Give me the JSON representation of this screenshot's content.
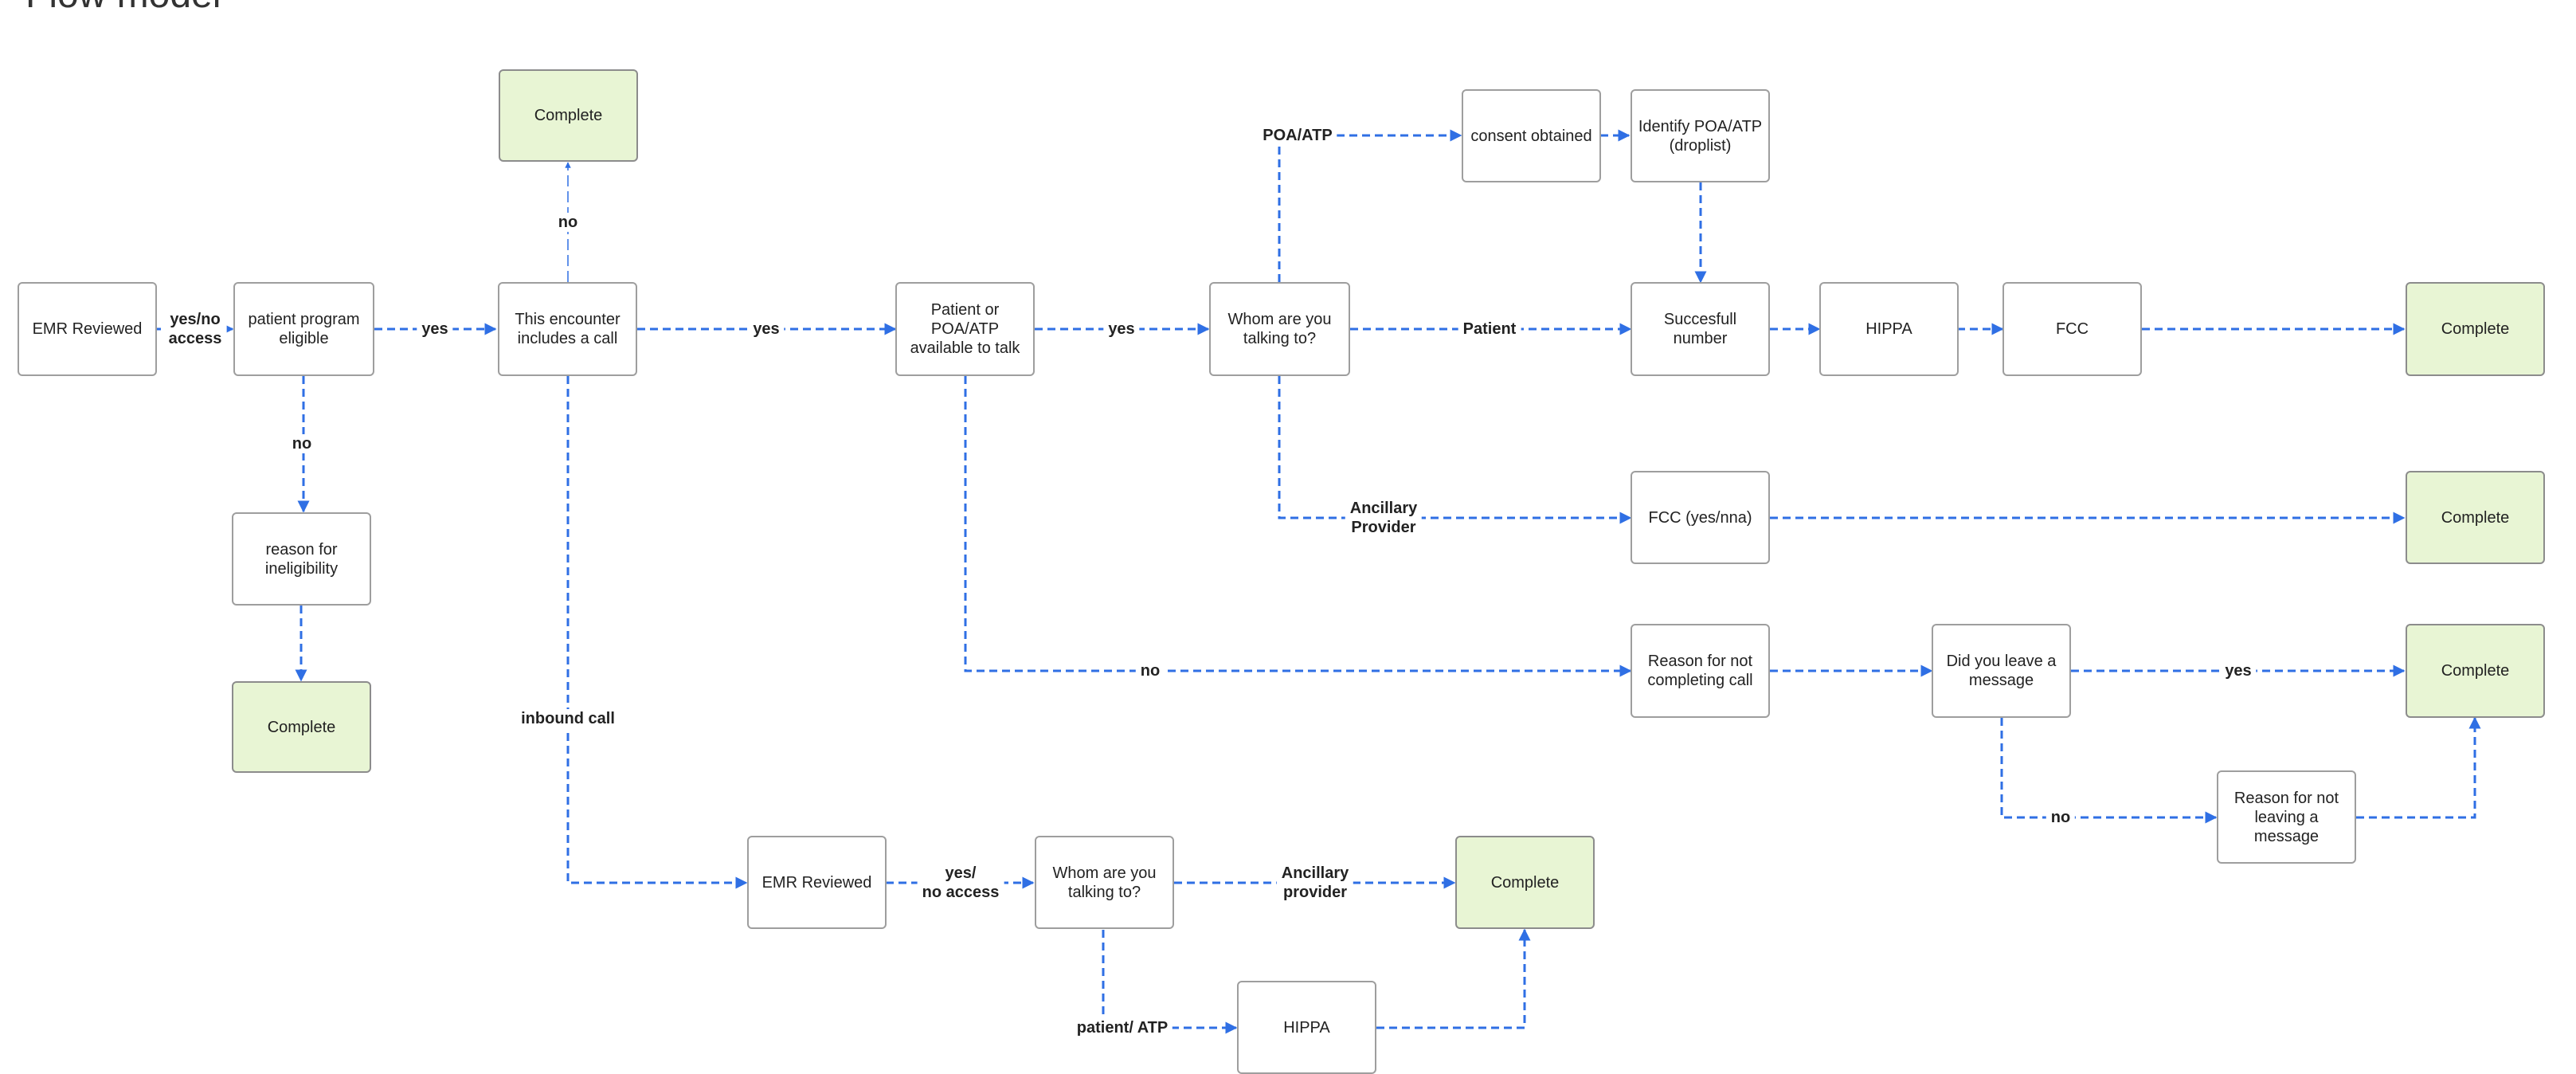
{
  "page": {
    "title": "Flow model"
  },
  "colors": {
    "connector": "#2f6fe4",
    "terminal_fill": "#e8f5d4",
    "node_border": "#9e9e9e"
  },
  "nodes": {
    "emr_reviewed_1": "EMR Reviewed",
    "patient_program_eligible": "patient program\neligible",
    "reason_ineligibility": "reason for\nineligibility",
    "complete_ineligible": "Complete",
    "complete_top": "Complete",
    "encounter_call": "This encounter\nincludes a call",
    "available_talk": "Patient or\nPOA/ATP\navailable to talk",
    "whom_1": "Whom are you\ntalking to?",
    "consent_obtained": "consent obtained",
    "identify_poa": "Identify POA/ATP\n(droplist)",
    "successful_number": "Succesfull\nnumber",
    "hippa_1": "HIPPA",
    "fcc_1": "FCC",
    "complete_patient": "Complete",
    "fcc_yes_nna": "FCC (yes/nna)",
    "complete_ancillary": "Complete",
    "reason_not_completing": "Reason for not\ncompleting call",
    "did_you_leave": "Did you leave a\nmessage",
    "complete_message": "Complete",
    "reason_not_leaving": "Reason for not\nleaving a\nmessage",
    "emr_reviewed_2": "EMR Reviewed",
    "whom_2": "Whom are you\ntalking to?",
    "complete_inbound": "Complete",
    "hippa_2": "HIPPA"
  },
  "edge_labels": {
    "yes_no_access": "yes/no\naccess",
    "yes_eligible": "yes",
    "no_eligible": "no",
    "no_call": "no",
    "yes_call": "yes",
    "yes_available": "yes",
    "poa_atp": "POA/ATP",
    "patient": "Patient",
    "ancillary_provider_1": "Ancillary\nProvider",
    "no_available": "no",
    "yes_message": "yes",
    "no_message": "no",
    "inbound_call": "inbound call",
    "yes_no_access_2": "yes/\nno access",
    "ancillary_provider_2": "Ancillary\nprovider",
    "patient_atp": "patient/ ATP"
  }
}
